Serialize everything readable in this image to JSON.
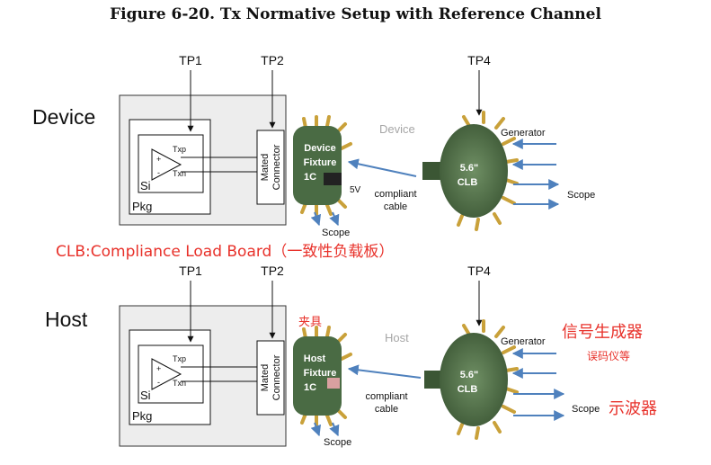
{
  "title": "Figure 6-20.  Tx Normative Setup with Reference Channel",
  "annotation_clb": "CLB:Compliance Load Board（一致性负载板）",
  "colors": {
    "annotation_red": "#e8312a",
    "arrow_blue": "#4f81bd",
    "box_fill": "#ededed",
    "board_green": "#4a6b44",
    "gold": "#c9a13a"
  },
  "device": {
    "section_label": "Device",
    "tp1": "TP1",
    "tp2": "TP2",
    "tp4": "TP4",
    "txp": "Txp",
    "txn": "Txn",
    "plus": "+",
    "minus": "-",
    "si": "Si",
    "pkg": "Pkg",
    "mated_1": "Mated",
    "mated_2": "Connector",
    "fixture_1": "Device",
    "fixture_2": "Fixture",
    "fixture_3": "1C",
    "voltage": "5V",
    "channel_label": "Device",
    "cable_1": "compliant",
    "cable_2": "cable",
    "scope_bottom": "Scope",
    "generator": "Generator",
    "scope_right": "Scope",
    "clb_1": "5.6\"",
    "clb_2": "CLB"
  },
  "host": {
    "section_label": "Host",
    "tp1": "TP1",
    "tp2": "TP2",
    "tp4": "TP4",
    "txp": "Txp",
    "txn": "Txn",
    "plus": "+",
    "minus": "-",
    "si": "Si",
    "pkg": "Pkg",
    "mated_1": "Mated",
    "mated_2": "Connector",
    "fixture_1": "Host",
    "fixture_2": "Fixture",
    "fixture_3": "1C",
    "fixture_note_cn": "夹具",
    "channel_label": "Host",
    "cable_1": "compliant",
    "cable_2": "cable",
    "scope_bottom": "Scope",
    "generator": "Generator",
    "scope_right": "Scope",
    "generator_cn": "信号生成器",
    "generator_cn_sub": "误码仪等",
    "scope_cn": "示波器",
    "clb_1": "5.6\"",
    "clb_2": "CLB"
  }
}
